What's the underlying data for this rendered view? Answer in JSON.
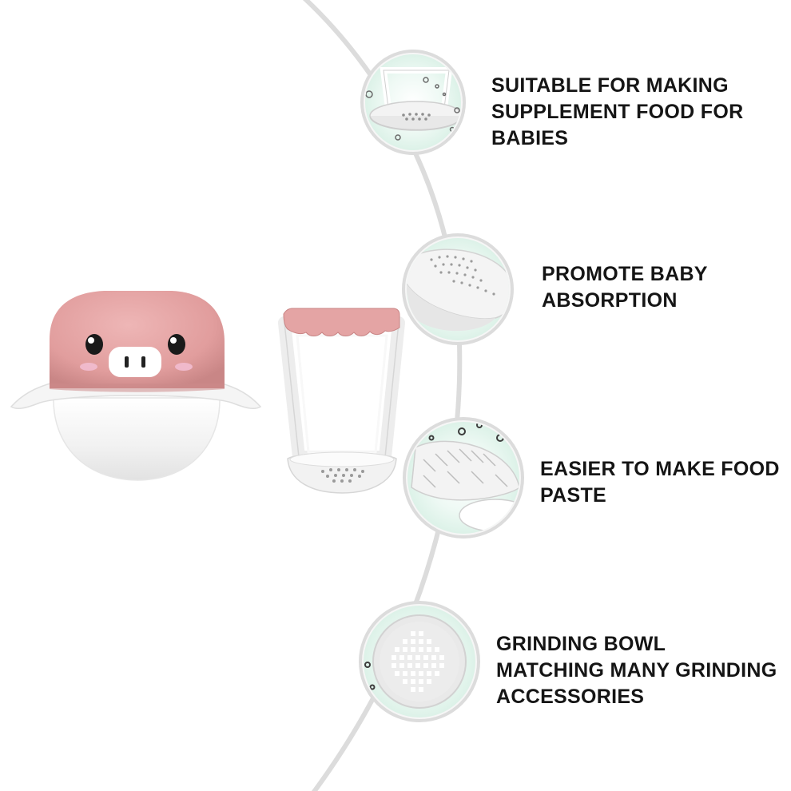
{
  "features": [
    {
      "lines": [
        "SUITABLE FOR MAKING",
        "SUPPLEMENT FOOD FOR",
        "BABIES"
      ],
      "icon": "strainer-basket-closeup"
    },
    {
      "lines": [
        "PROMOTE BABY",
        "ABSORPTION"
      ],
      "icon": "perforated-surface-closeup"
    },
    {
      "lines": [
        "EASIER TO MAKE FOOD",
        "PASTE"
      ],
      "icon": "grinding-texture-closeup"
    },
    {
      "lines": [
        "GRINDING BOWL",
        "MATCHING MANY GRINDING",
        "ACCESSORIES"
      ],
      "icon": "grid-strainer-closeup"
    }
  ],
  "products": {
    "bowl": "pig-face-grinding-bowl",
    "masher": "masher-strainer-tool"
  },
  "colors": {
    "background": "#ffffff",
    "text": "#151515",
    "pink": "#e3a3a3",
    "pink_shade": "#c98585",
    "white_plastic": "#f2f2f2",
    "mint": "#dff3ea",
    "connector": "#dcdcdc"
  }
}
